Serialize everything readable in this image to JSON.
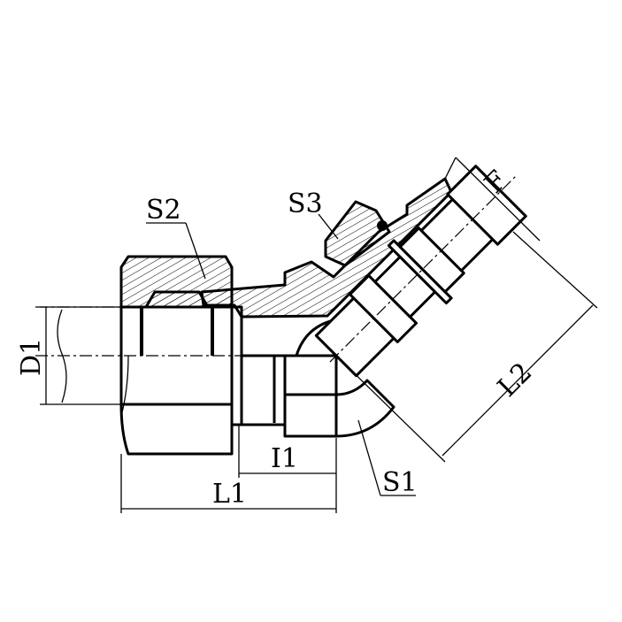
{
  "labels": {
    "s1": "S1",
    "s2": "S2",
    "s3": "S3",
    "f": "F",
    "d1": "D1",
    "l1": "L1",
    "l2": "L2",
    "i1": "I1"
  }
}
